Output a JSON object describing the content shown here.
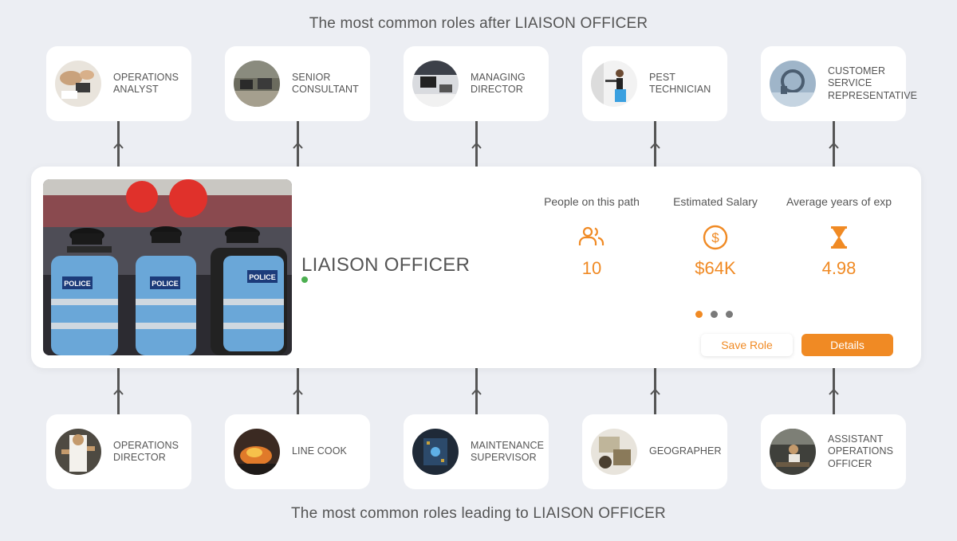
{
  "headings": {
    "top": "The most common roles after LIAISON OFFICER",
    "bottom": "The most common roles leading to LIAISON OFFICER"
  },
  "next_roles": [
    {
      "label": "OPERATIONS ANALYST",
      "thumb": "people-laptops-photo"
    },
    {
      "label": "SENIOR CONSULTANT",
      "thumb": "office-desk-photo"
    },
    {
      "label": "MANAGING DIRECTOR",
      "thumb": "meeting-table-photo"
    },
    {
      "label": "PEST TECHNICIAN",
      "thumb": "technician-spraying-photo"
    },
    {
      "label": "CUSTOMER SERVICE REPRESENTATIVE",
      "thumb": "headset-agent-photo"
    }
  ],
  "previous_roles": [
    {
      "label": "OPERATIONS DIRECTOR",
      "thumb": "person-gesturing-photo"
    },
    {
      "label": "LINE COOK",
      "thumb": "kitchen-flames-photo"
    },
    {
      "label": "MAINTENANCE SUPERVISOR",
      "thumb": "circuit-board-photo"
    },
    {
      "label": "GEOGRAPHER",
      "thumb": "map-documents-photo"
    },
    {
      "label": "ASSISTANT OPERATIONS OFFICER",
      "thumb": "desk-worker-photo"
    }
  ],
  "current_role": {
    "title": "LIAISON OFFICER",
    "hero_image": "police-liaison-officers-photo",
    "status_color": "#4caf50",
    "stats": [
      {
        "label": "People on this path",
        "icon": "people-icon",
        "value": "10"
      },
      {
        "label": "Estimated Salary",
        "icon": "dollar-circle-icon",
        "value": "$64K"
      },
      {
        "label": "Average years of exp",
        "icon": "hourglass-icon",
        "value": "4.98"
      }
    ],
    "pagination": {
      "total": 3,
      "active": 0
    },
    "buttons": {
      "save": "Save Role",
      "details": "Details"
    }
  },
  "colors": {
    "accent": "#f08a24",
    "background": "#eceef3",
    "connector": "#555555"
  }
}
